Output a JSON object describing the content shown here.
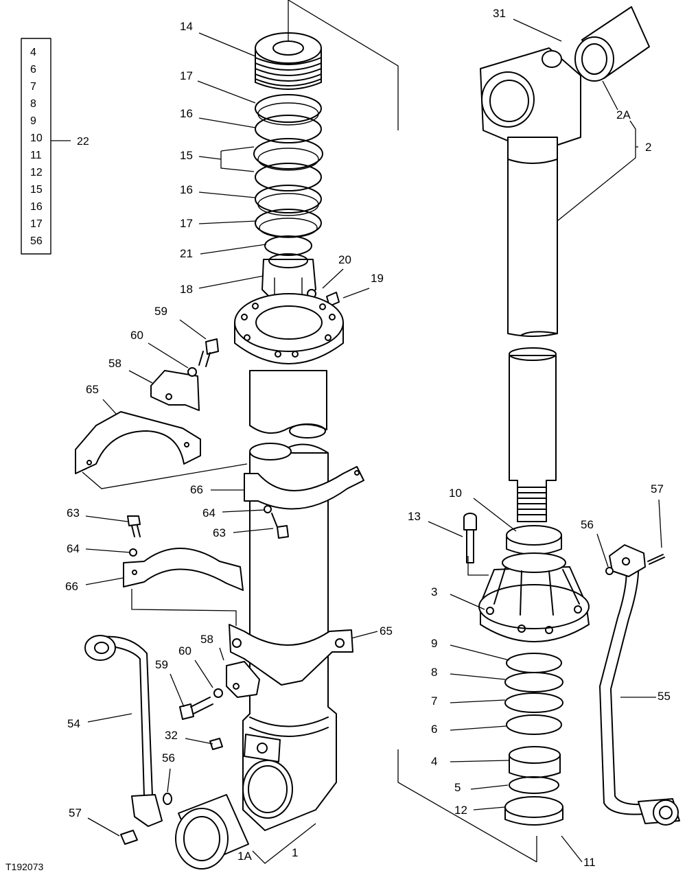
{
  "figure_id": "T192073",
  "kit_box": {
    "items": [
      "4",
      "6",
      "7",
      "8",
      "9",
      "10",
      "11",
      "12",
      "15",
      "16",
      "17",
      "56"
    ],
    "target": "22"
  },
  "callouts": {
    "c14": "14",
    "c17a": "17",
    "c16a": "16",
    "c15": "15",
    "c16b": "16",
    "c17b": "17",
    "c21": "21",
    "c18": "18",
    "c20": "20",
    "c19": "19",
    "c59a": "59",
    "c60a": "60",
    "c58a": "58",
    "c65a": "65",
    "c66a": "66",
    "c64a": "64",
    "c63a": "63",
    "c63b": "63",
    "c64b": "64",
    "c66b": "66",
    "c65b": "65",
    "c58b": "58",
    "c60b": "60",
    "c59b": "59",
    "c54": "54",
    "c32": "32",
    "c56a": "56",
    "c57a": "57",
    "c1a": "1A",
    "c1": "1",
    "c31": "31",
    "c2a": "2A",
    "c2": "2",
    "c10": "10",
    "c13": "13",
    "c57b": "57",
    "c56b": "56",
    "c3": "3",
    "c9": "9",
    "c8": "8",
    "c7": "7",
    "c6": "6",
    "c4": "4",
    "c5": "5",
    "c12": "12",
    "c55": "55",
    "c11": "11"
  }
}
